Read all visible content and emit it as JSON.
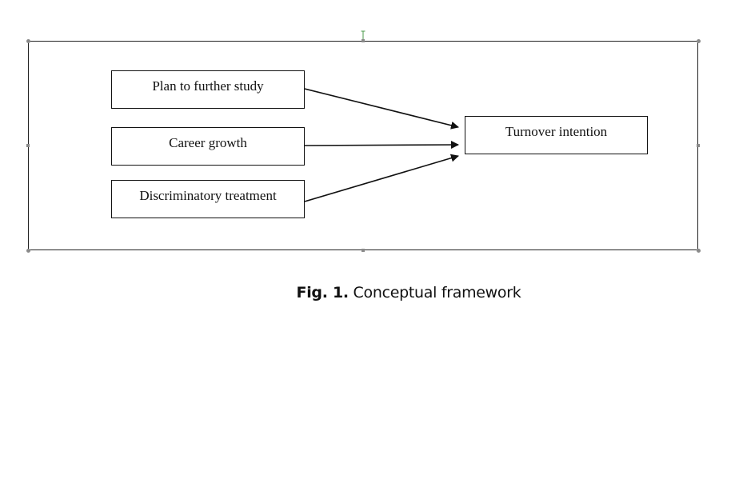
{
  "diagram": {
    "factors": [
      {
        "label": "Plan to further study"
      },
      {
        "label": "Career growth"
      },
      {
        "label": "Discriminatory treatment"
      }
    ],
    "outcome": {
      "label": "Turnover intention"
    },
    "edges": [
      {
        "from": "Plan to further study",
        "to": "Turnover intention"
      },
      {
        "from": "Career growth",
        "to": "Turnover intention"
      },
      {
        "from": "Discriminatory treatment",
        "to": "Turnover intention"
      }
    ]
  },
  "caption": {
    "label": "Fig. 1.",
    "text": "Conceptual framework"
  }
}
